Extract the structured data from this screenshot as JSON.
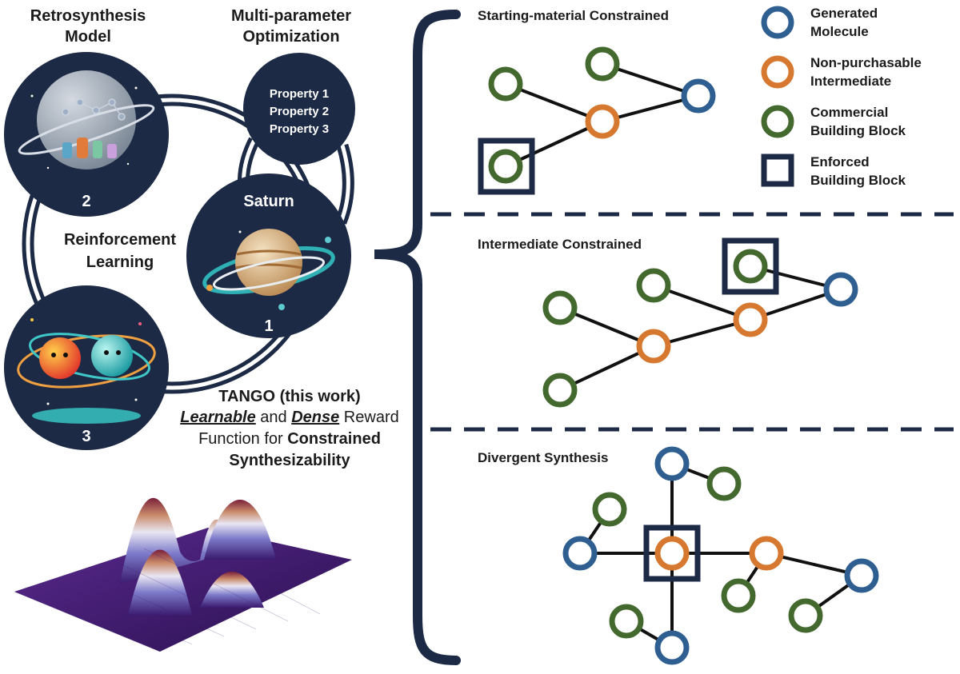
{
  "left": {
    "retro_title": [
      "Retrosynthesis",
      "Model"
    ],
    "mpo_title": [
      "Multi-parameter",
      "Optimization"
    ],
    "properties": [
      "Property 1",
      "Property 2",
      "Property 3"
    ],
    "saturn_label": "Saturn",
    "rl_label": [
      "Reinforcement",
      "Learning"
    ],
    "badge_1": "1",
    "badge_2": "2",
    "badge_3": "3",
    "tango": {
      "line1": "TANGO (this work)",
      "line2_learnable": "Learnable",
      "line2_and": " and ",
      "line2_dense": "Dense",
      "line2_rest": " Reward",
      "line3_pre": "Function for ",
      "line3_constrained": "Constrained",
      "line4": "Synthesizability"
    }
  },
  "panels": {
    "starting": "Starting-material Constrained",
    "intermediate": "Intermediate Constrained",
    "divergent": "Divergent Synthesis"
  },
  "legend": {
    "generated": [
      "Generated",
      "Molecule"
    ],
    "nonpurchasable": [
      "Non-purchasable",
      "Intermediate"
    ],
    "commercial": [
      "Commercial",
      "Building Block"
    ],
    "enforced": [
      "Enforced",
      "Building Block"
    ]
  },
  "colors": {
    "navy": "#1c2a45",
    "generated": "#2f5f91",
    "intermediate": "#d6782f",
    "commercial": "#44692e",
    "edge": "#111111"
  }
}
